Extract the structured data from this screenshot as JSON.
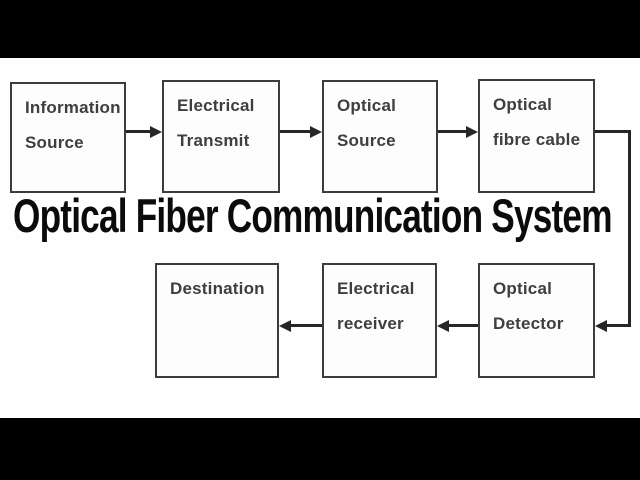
{
  "title": "Optical Fiber Communication System",
  "blocks": [
    {
      "id": "information-source",
      "line1": "Information",
      "line2": "Source"
    },
    {
      "id": "electrical-transmit",
      "line1": "Electrical",
      "line2": "Transmit"
    },
    {
      "id": "optical-source",
      "line1": "Optical",
      "line2": "Source"
    },
    {
      "id": "optical-fibre-cable",
      "line1": "Optical",
      "line2": "fibre cable"
    },
    {
      "id": "destination",
      "line1": "Destination",
      "line2": ""
    },
    {
      "id": "electrical-receiver",
      "line1": "Electrical",
      "line2": "receiver"
    },
    {
      "id": "optical-detector",
      "line1": "Optical",
      "line2": "Detector"
    }
  ],
  "connections": [
    "information-source -> electrical-transmit",
    "electrical-transmit -> optical-source",
    "optical-source -> optical-fibre-cable",
    "optical-fibre-cable -> optical-detector",
    "optical-detector -> electrical-receiver",
    "electrical-receiver -> destination"
  ],
  "colors": {
    "letterbox_bar": "#000000",
    "background": "#fefefe",
    "box_border": "#3c3c3c",
    "box_text": "#3e3e3e",
    "arrow": "#262626",
    "title_fill": "#0b0b0b",
    "title_outline": "#ffffff"
  }
}
